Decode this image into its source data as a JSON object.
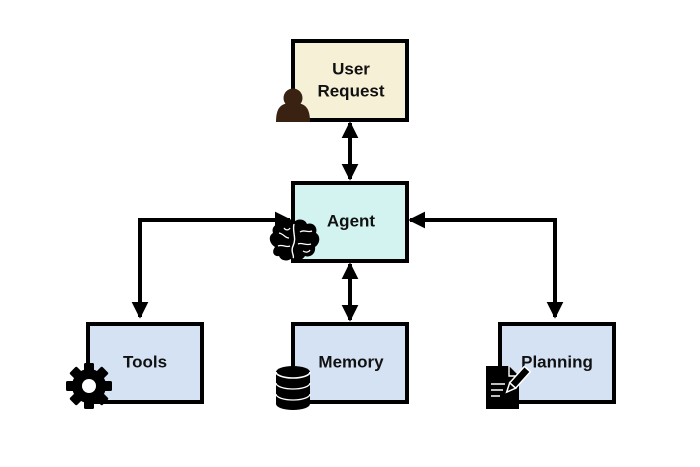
{
  "nodes": {
    "user_request": {
      "line1": "User",
      "line2": "Request",
      "icon": "person-icon",
      "fill": "#f5f0d6"
    },
    "agent": {
      "label": "Agent",
      "icon": "brain-icon",
      "fill": "#d3f3f1"
    },
    "tools": {
      "label": "Tools",
      "icon": "gear-icon",
      "fill": "#d5e2f4"
    },
    "memory": {
      "label": "Memory",
      "icon": "database-icon",
      "fill": "#d5e2f4"
    },
    "planning": {
      "label": "Planning",
      "icon": "document-pen-icon",
      "fill": "#d5e2f4"
    }
  },
  "connections": [
    {
      "from": "user_request",
      "to": "agent",
      "direction": "bidirectional"
    },
    {
      "from": "agent",
      "to": "tools",
      "direction": "bidirectional"
    },
    {
      "from": "agent",
      "to": "memory",
      "direction": "bidirectional"
    },
    {
      "from": "agent",
      "to": "planning",
      "direction": "bidirectional"
    }
  ],
  "colors": {
    "stroke": "#000000",
    "icon": "#000000",
    "person_icon": "#3a2212"
  }
}
